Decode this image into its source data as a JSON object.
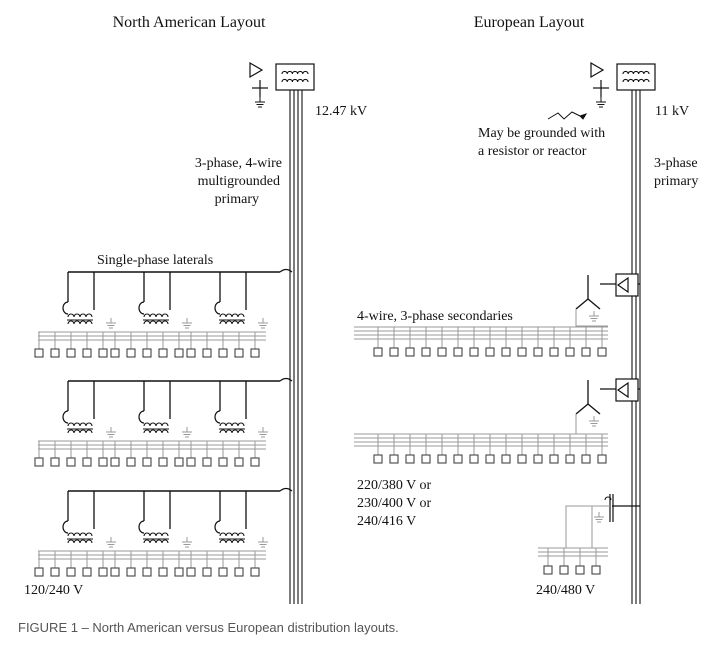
{
  "north_american": {
    "title": "North American Layout",
    "voltage": "12.47 kV",
    "primary_lines": [
      "3-phase, 4-wire",
      "multigrounded",
      "primary"
    ],
    "laterals_label": "Single-phase laterals",
    "secondary_label": "120/240 V"
  },
  "european": {
    "title": "European Layout",
    "voltage": "11 kV",
    "ground_note_lines": [
      "May be grounded with",
      "a resistor or reactor"
    ],
    "primary_lines": [
      "3-phase",
      "primary"
    ],
    "secondaries_label": "4-wire, 3-phase secondaries",
    "voltage_options_lines": [
      "220/380 V or",
      "230/400 V or",
      "240/416 V"
    ],
    "small_secondary_label": "240/480 V"
  },
  "caption": "FIGURE 1 – North American versus European distribution layouts."
}
